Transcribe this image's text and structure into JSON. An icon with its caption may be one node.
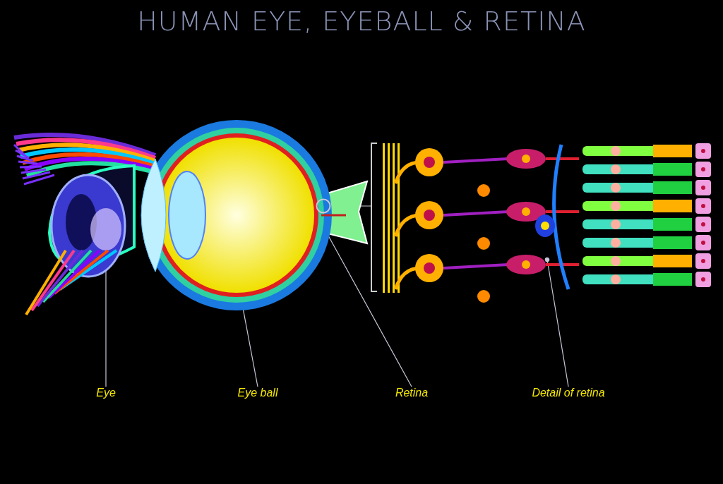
{
  "diagram": {
    "title": "HUMAN EYE, EYEBALL & RETINA",
    "nodes": [
      {
        "text": [
          "Eye"
        ]
      },
      {
        "text": [
          "Eye ball"
        ]
      },
      {
        "text": [
          "Retina"
        ]
      },
      {
        "text": [
          "Detail of retina"
        ]
      },
      {
        "text": [],
        "shape": "picture"
      },
      {
        "text": [],
        "shape": "picture"
      },
      {
        "text": [],
        "shape": "circle",
        "in": 5
      },
      {
        "text": [],
        "shape": "picture"
      }
    ],
    "edges": [
      {
        "from": 0,
        "to": 4,
        "arrow": "other"
      },
      {
        "from": 1,
        "to": 5,
        "arrow": "other"
      },
      {
        "from": 2,
        "to": 5,
        "arrow": "other"
      },
      {
        "from": 6,
        "to": 7,
        "arrow": "none"
      },
      {
        "from": 3,
        "to": 7,
        "arrow": "other"
      }
    ]
  }
}
